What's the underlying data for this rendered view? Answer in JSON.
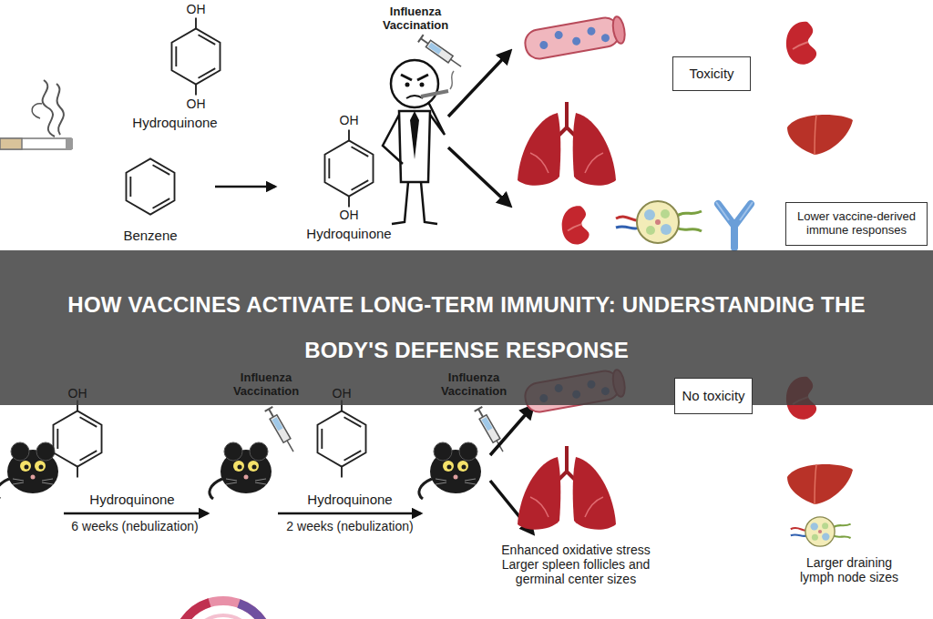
{
  "diagram": {
    "title": "HOW VACCINES ACTIVATE LONG-TERM IMMUNITY: UNDERSTANDING THE BODY'S DEFENSE RESPONSE",
    "nodes": [
      {
        "text": [
          "Toxicity"
        ]
      },
      {
        "text": [
          "Lower vaccine-derived immune responses"
        ]
      },
      {
        "text": [
          "No toxicity"
        ]
      }
    ],
    "labels": [
      "OH",
      "OH",
      "Hydroquinone",
      "Benzene",
      "OH",
      "OH",
      "Hydroquinone",
      "Influenza Vaccination",
      "OH",
      "Influenza Vaccination",
      "OH",
      "Influenza Vaccination",
      "Hydroquinone",
      "6 weeks (nebulization)",
      "Hydroquinone",
      "2 weeks (nebulization)",
      "Enhanced oxidative stress Larger spleen follicles and germinal center sizes",
      "Larger draining lymph node sizes"
    ]
  }
}
